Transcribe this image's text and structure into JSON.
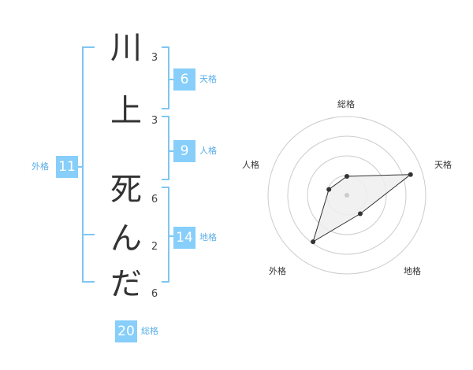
{
  "name": {
    "characters": [
      "川",
      "上",
      "死",
      "ん",
      "だ"
    ],
    "strokes": [
      "3",
      "3",
      "6",
      "2",
      "6"
    ]
  },
  "kaku": {
    "tenkaku": {
      "value": "6",
      "label": "天格"
    },
    "jinkaku": {
      "value": "9",
      "label": "人格"
    },
    "chikaku": {
      "value": "14",
      "label": "地格"
    },
    "gaikaku": {
      "value": "11",
      "label": "外格"
    },
    "soukaku": {
      "value": "20",
      "label": "総格"
    }
  },
  "radar": {
    "labels": {
      "soukaku": "総格",
      "tenkaku": "天格",
      "chikaku": "地格",
      "gaikaku": "外格",
      "jinkaku": "人格"
    },
    "values": {
      "soukaku": 0.24,
      "tenkaku": 0.85,
      "chikaku": 0.29,
      "gaikaku": 0.73,
      "jinkaku": 0.24
    },
    "colors": {
      "ring": "#cccccc",
      "fill": "#eeeeee",
      "line": "#333333",
      "box": "#87cefa"
    }
  }
}
